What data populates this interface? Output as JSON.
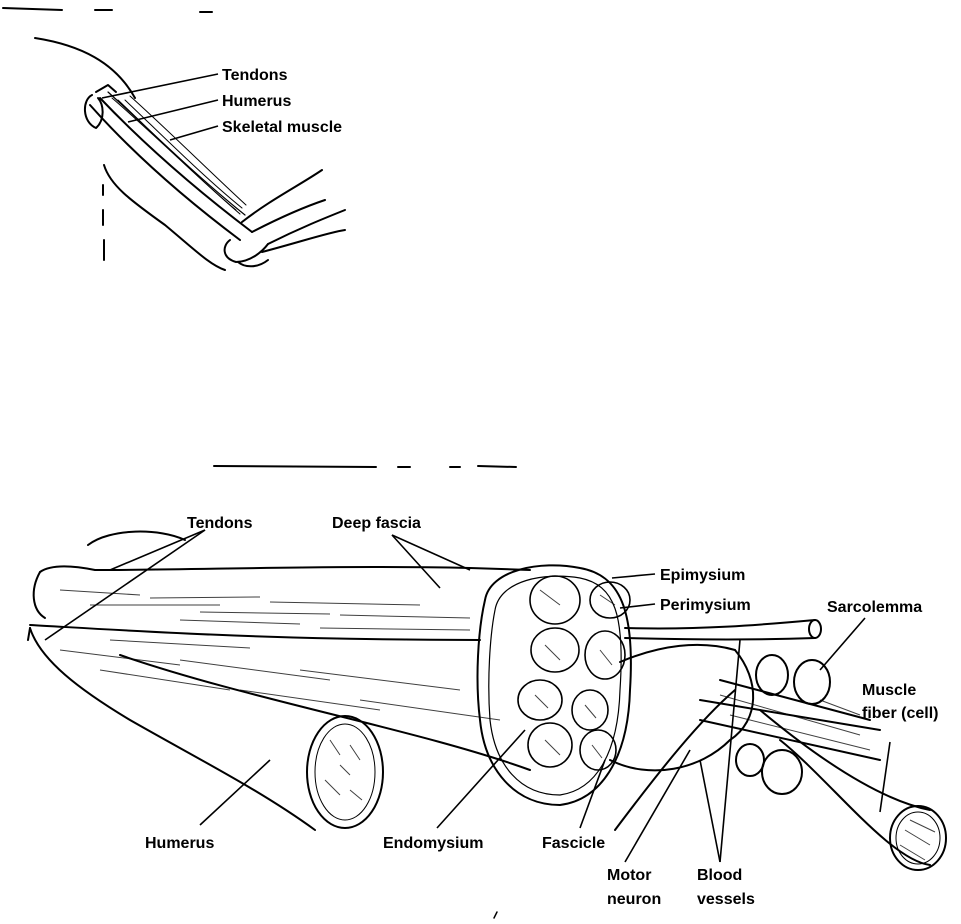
{
  "top_figure": {
    "labels": {
      "tendons": "Tendons",
      "humerus": "Humerus",
      "skeletal_muscle": "Skeletal muscle"
    }
  },
  "bottom_figure": {
    "labels": {
      "tendons": "Tendons",
      "deep_fascia": "Deep fascia",
      "epimysium": "Epimysium",
      "perimysium": "Perimysium",
      "sarcolemma": "Sarcolemma",
      "muscle_fiber_line1": "Muscle",
      "muscle_fiber_line2": "fiber (cell)",
      "humerus": "Humerus",
      "endomysium": "Endomysium",
      "fascicle": "Fascicle",
      "motor_neuron_line1": "Motor",
      "motor_neuron_line2": "neuron",
      "blood_vessels_line1": "Blood",
      "blood_vessels_line2": "vessels"
    }
  }
}
